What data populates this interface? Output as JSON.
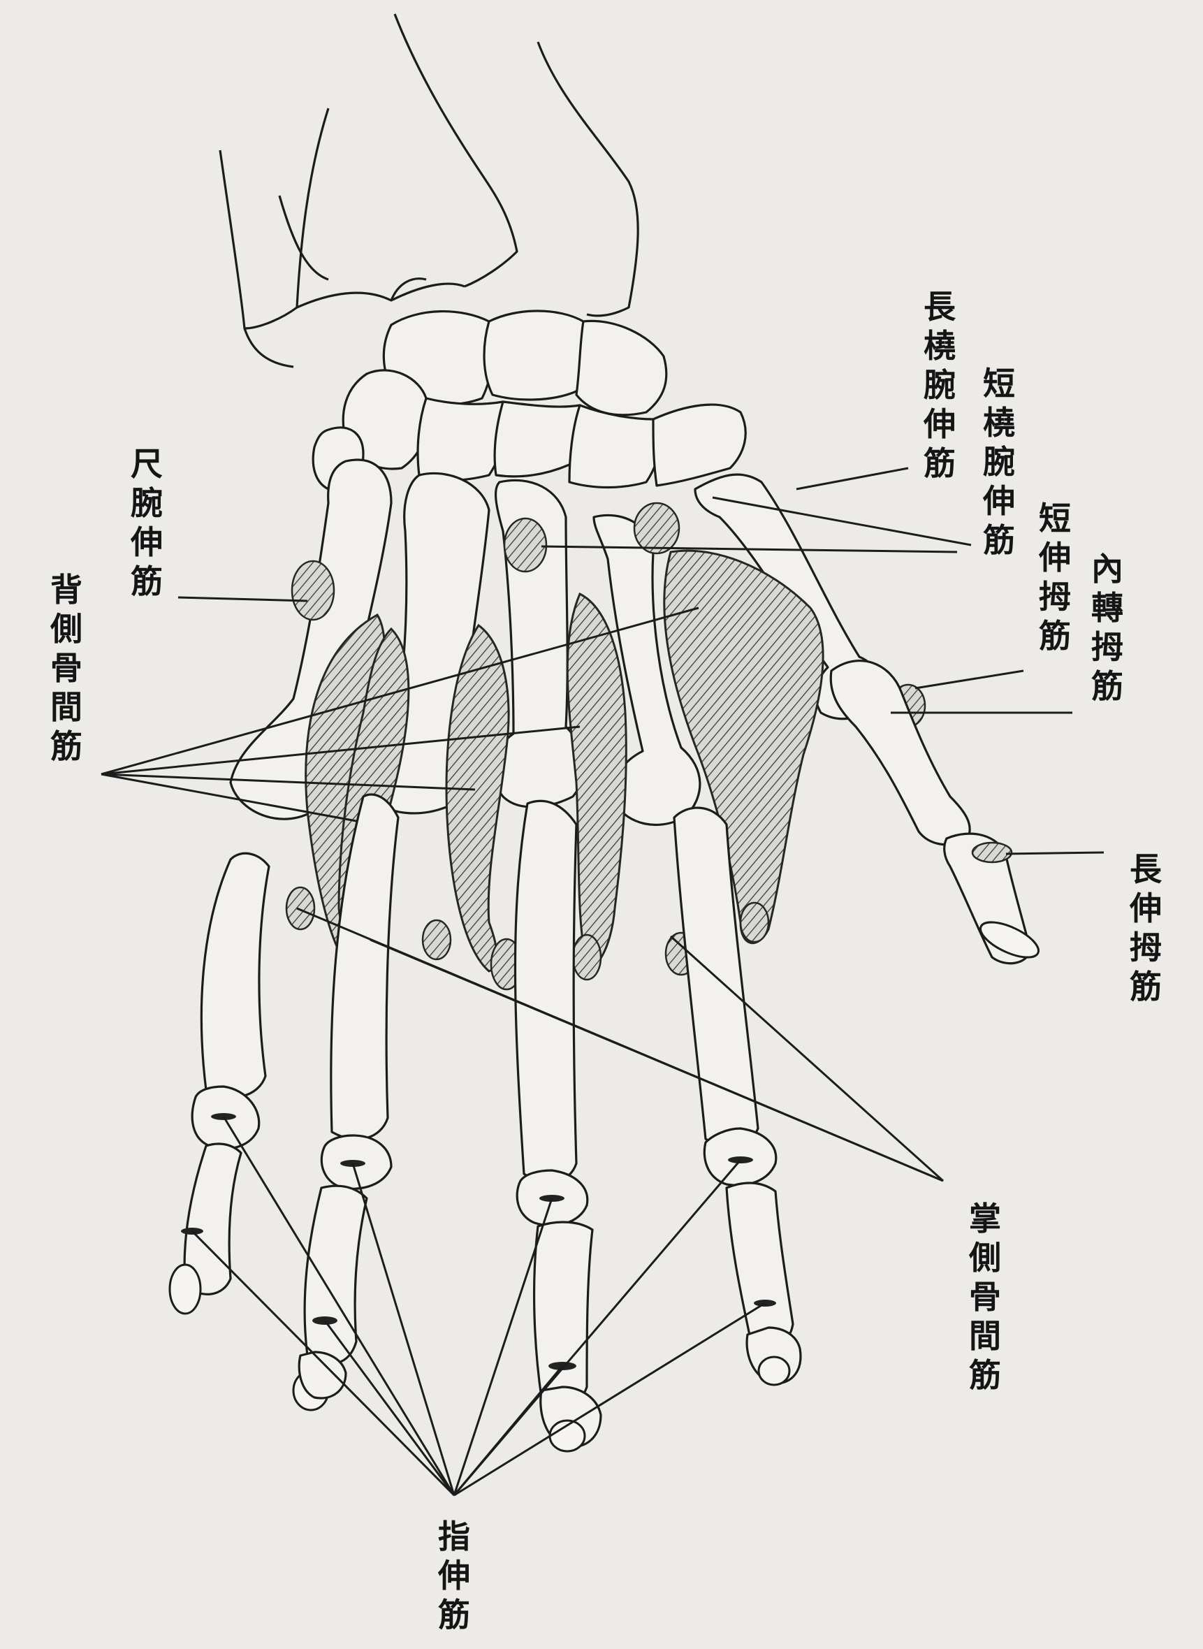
{
  "labels": {
    "ecrl": "長橈腕伸筋",
    "ecrb": "短橈腕伸筋",
    "ecu": "尺腕伸筋",
    "epb": "短伸拇筋",
    "add": "內轉拇筋",
    "epl": "長伸拇筋",
    "dorsal_interossei": "背側骨間筋",
    "palmar_interossei": "掌側骨間筋",
    "ext_digitorum": "指伸筋"
  },
  "colors": {
    "paper": "#ecebe7",
    "ink": "#1c1c1c",
    "hatch": "#3a3a3a"
  }
}
